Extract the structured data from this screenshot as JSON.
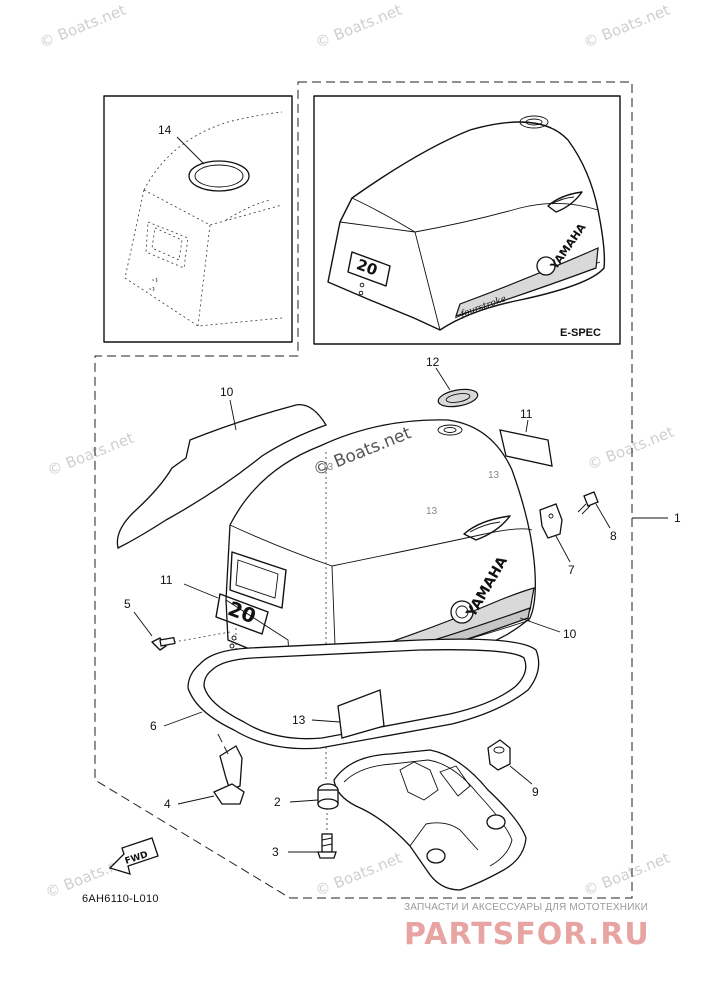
{
  "callouts": {
    "c1": "1",
    "c2": "2",
    "c3": "3",
    "c4": "4",
    "c5": "5",
    "c6": "6",
    "c7": "7",
    "c8": "8",
    "c9": "9",
    "c10a": "10",
    "c10b": "10",
    "c11a": "11",
    "c11b": "11",
    "c12": "12",
    "c13": "13",
    "c14": "14"
  },
  "labels": {
    "espec": "E-SPEC",
    "drawing_code": "6AH6110-L010",
    "fwd": "FWD",
    "brand": "YAMAHA",
    "fourstroke": "fourstroke",
    "model_badge": "20"
  },
  "watermarks": {
    "boats": "© Boats.net",
    "center": "© Boats.net",
    "parts_top": "ЗАПЧАСТИ И АКСЕССУАРЫ ДЛЯ МОТОТЕХНИКИ",
    "parts_logo": "PARTSFOR.RU"
  },
  "colors": {
    "logo_red": "#e8a3a3",
    "watermark_gray": "#cfcfcf"
  }
}
